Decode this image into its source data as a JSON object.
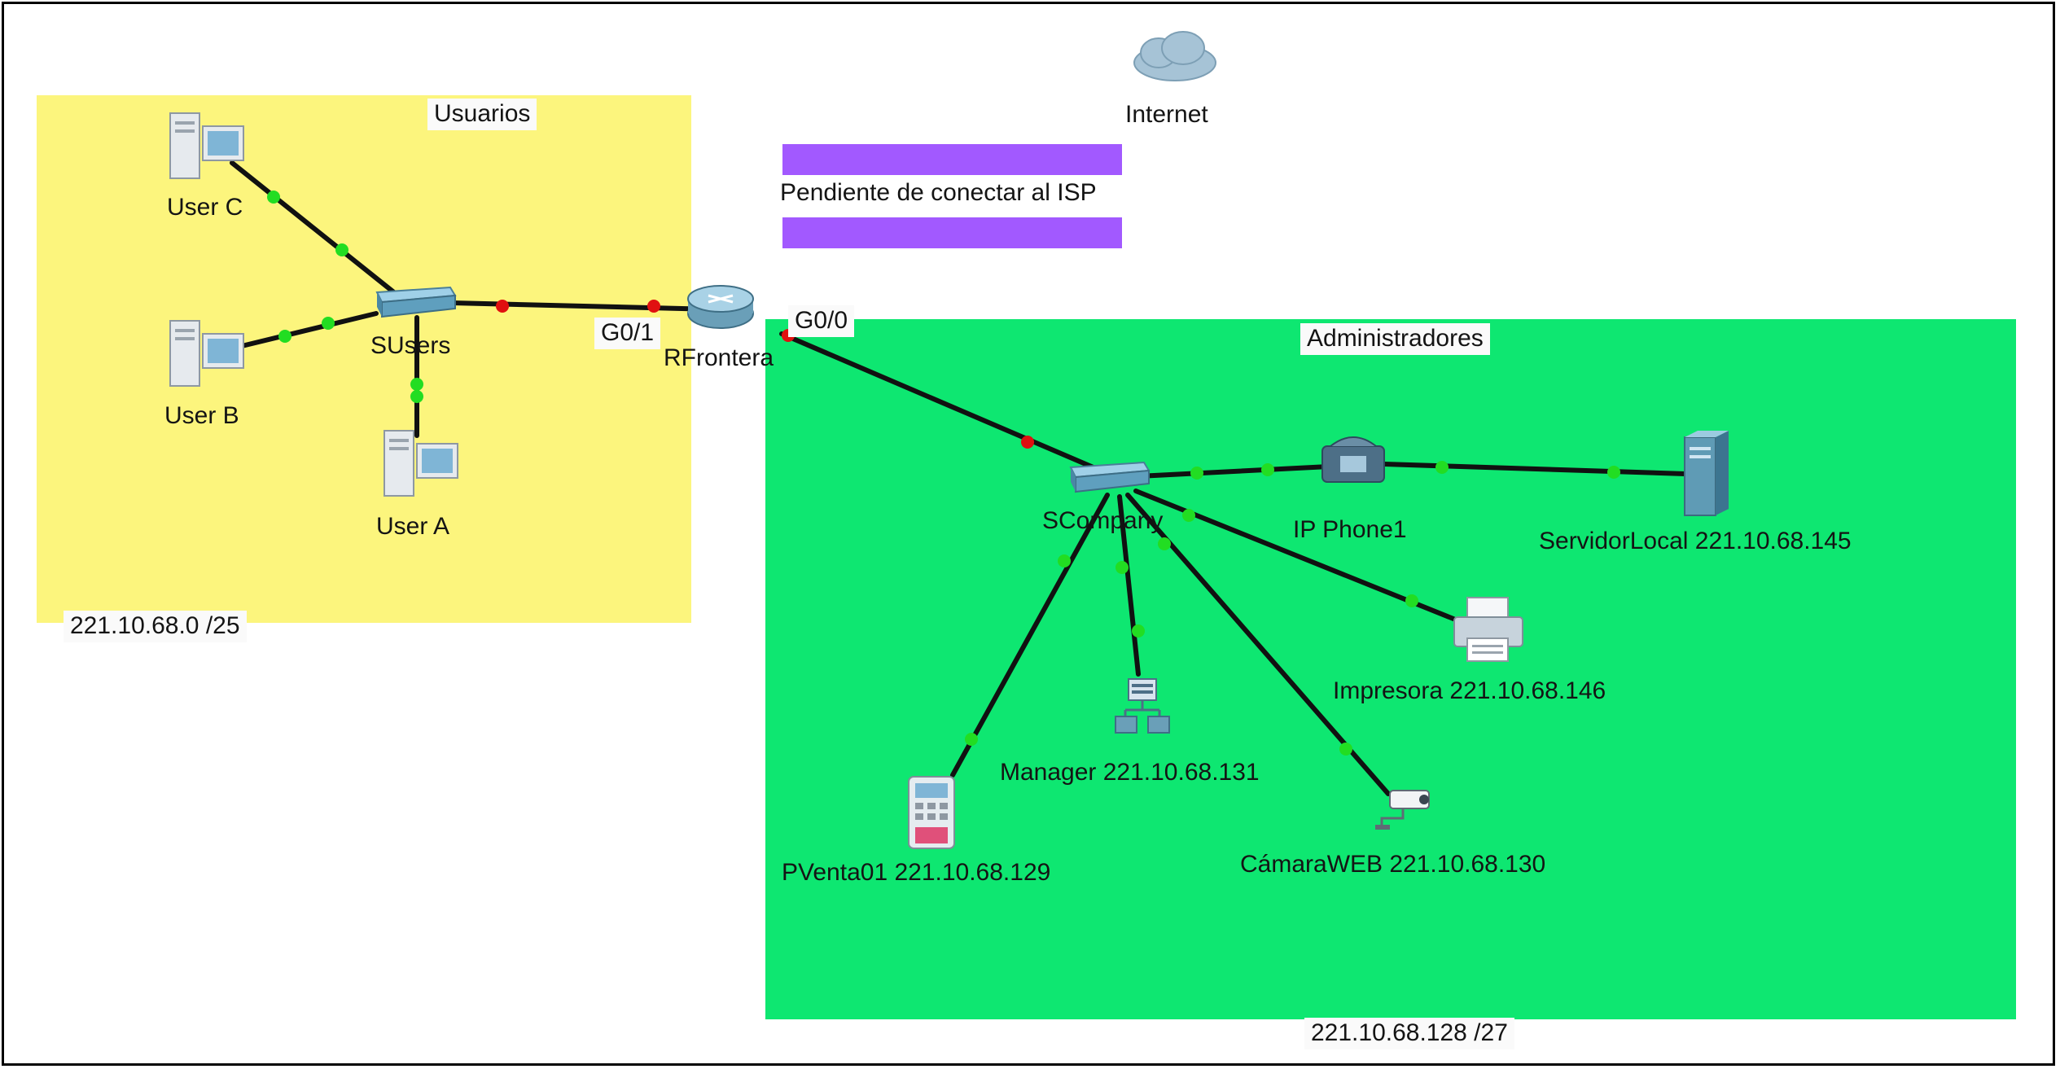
{
  "areas": {
    "users": {
      "title": "Usuarios",
      "subnet": "221.10.68.0 /25"
    },
    "admins": {
      "title": "Administradores",
      "subnet": "221.10.68.128 /27"
    }
  },
  "cloud": {
    "label": "Internet"
  },
  "pending": {
    "label": "Pendiente de conectar al ISP"
  },
  "router": {
    "label": "RFrontera",
    "port_left": "G0/1",
    "port_right": "G0/0"
  },
  "switch_users": {
    "label": "SUsers"
  },
  "switch_company": {
    "label": "SCompany"
  },
  "users": {
    "user_c": "User C",
    "user_b": "User B",
    "user_a": "User A"
  },
  "admin_devices": {
    "ip_phone": "IP Phone1",
    "servidor": "ServidorLocal 221.10.68.145",
    "impresora": "Impresora 221.10.68.146",
    "manager": "Manager 221.10.68.131",
    "camara": "CámaraWEB 221.10.68.130",
    "pventa": "PVenta01 221.10.68.129"
  },
  "colors": {
    "users_area": "#fcf57d",
    "admins_area": "#0ee771",
    "pending_bar": "#a259ff",
    "link_up": "#22dd22",
    "link_down": "#e01010"
  }
}
